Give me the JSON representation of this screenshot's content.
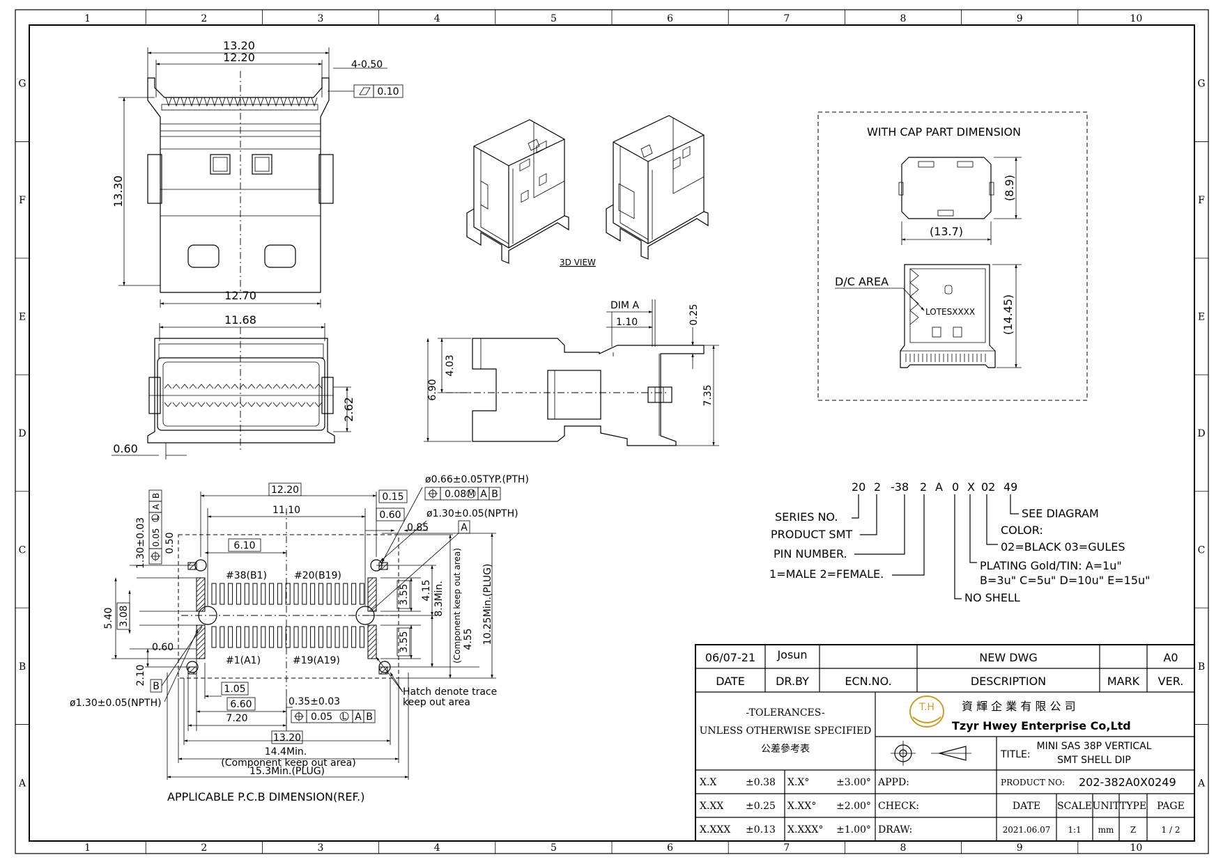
{
  "border": {
    "cols": [
      "1",
      "2",
      "3",
      "4",
      "5",
      "6",
      "7",
      "8",
      "9",
      "10"
    ],
    "rows": [
      "G",
      "F",
      "E",
      "D",
      "C",
      "B",
      "A"
    ]
  },
  "views": {
    "top_dims": {
      "d1": "13.20",
      "d2": "12.20",
      "d3": "4-0.50",
      "flat": "0.10",
      "height": "13.30",
      "bottom": "12.70"
    },
    "front_dims": {
      "width": "11.68",
      "h": "2.62",
      "left": "0.60"
    },
    "label_3d": "3D VIEW",
    "side_dims": {
      "dim_a": "DIM A",
      "d110": "1.10",
      "d025": "0.25",
      "d403": "4.03",
      "d690": "6.90",
      "d735": "7.35"
    },
    "cap": {
      "title": "WITH CAP PART DIMENSION",
      "h": "(8.9)",
      "w": "(13.7)",
      "dc": "D/C AREA",
      "mark": "LOTESXXXX",
      "h2": "(14.45)"
    }
  },
  "pcb": {
    "title": "APPLICABLE P.C.B DIMENSION(REF.)",
    "d1220": "12.20",
    "d015": "0.15",
    "pth": "ø0.66±0.05TYP.(PTH)",
    "fcf": {
      "diam": "0.08",
      "mod": "M",
      "a": "A",
      "b": "B"
    },
    "d060t": "0.60",
    "npth1": "ø1.30±0.05(NPTH)",
    "d1110": "11.10",
    "d085": "0.85",
    "datumA": "A",
    "d610": "6.10",
    "p38": "#38(B1)",
    "p20": "#20(B19)",
    "p1": "#1(A1)",
    "p19": "#19(A19)",
    "d355a": "3.55",
    "d415": "4.15",
    "d83": "8.3Min.",
    "keep": "(Component keep out area)",
    "d1025": "10.25Min.(PLUG)",
    "d355b": "3.55",
    "d455": "4.55",
    "fcfv": {
      "diam": "0.05",
      "mod": "L",
      "a": "A",
      "b": "B"
    },
    "d130": "1.30±0.03",
    "d050": "0.50",
    "d540": "5.40",
    "d308": "3.08",
    "d060l": "0.60",
    "d210": "2.10",
    "datumB": "B",
    "npth2": "ø1.30±0.05(NPTH)",
    "d105": "1.05",
    "d660": "6.60",
    "d720": "7.20",
    "d035": "0.35±0.03",
    "fcfb": {
      "diam": "0.05",
      "mod": "L",
      "a": "A",
      "b": "B"
    },
    "d1320": "13.20",
    "d144": "14.4Min.",
    "keep2": "(Component keep out area)",
    "d153": "15.3Min.(PLUG)",
    "hatch1": "Hatch denote trace",
    "hatch2": "keep out area"
  },
  "part_number": {
    "segments": [
      "20",
      "2",
      "-38",
      "2",
      "A",
      "0",
      "X",
      "02",
      "49"
    ],
    "series": "SERIES NO.",
    "product": "PRODUCT SMT",
    "pin": "PIN NUMBER.",
    "male": "1=MALE 2=FEMALE.",
    "see": "SEE DIAGRAM",
    "color": "COLOR:",
    "colors": "02=BLACK 03=GULES",
    "plating": "PLATING Gold/TIN: A=1u\"",
    "plating2": "B=3u\" C=5u\" D=10u\" E=15u\"",
    "shell": "NO SHELL"
  },
  "title_block": {
    "date_val": "06/07-21",
    "drby_val": "Josun",
    "desc_val": "NEW DWG",
    "ver_val": "A0",
    "h_date": "DATE",
    "h_drby": "DR.BY",
    "h_ecn": "ECN.NO.",
    "h_desc": "DESCRIPTION",
    "h_mark": "MARK",
    "h_ver": "VER.",
    "tol1": "-TOLERANCES-",
    "tol2": "UNLESS OTHERWISE SPECIFIED",
    "tol3": "公差參考表",
    "company_cn": "資 輝 企 業 有 限 公 司",
    "company_en": "Tzyr Hwey Enterprise Co,Ltd",
    "logo": "T.H",
    "title_lbl": "TITLE:",
    "title1": "MINI SAS 38P VERTICAL",
    "title2": "SMT SHELL DIP",
    "tol": [
      [
        "X.X",
        "±0.38",
        "X.X°",
        "±3.00°"
      ],
      [
        "X.XX",
        "±0.25",
        "X.XX°",
        "±2.00°"
      ],
      [
        "X.XXX",
        "±0.13",
        "X.XXX°",
        "±1.00°"
      ]
    ],
    "appd": "APPD:",
    "check": "CHECK:",
    "draw": "DRAW:",
    "prod_lbl": "PRODUCT NO:",
    "prod_no": "202-382A0X0249",
    "h2": [
      "DATE",
      "SCALE",
      "UNIT",
      "TYPE",
      "PAGE"
    ],
    "v2": [
      "2021.06.07",
      "1:1",
      "mm",
      "Z",
      "1 / 2"
    ]
  }
}
